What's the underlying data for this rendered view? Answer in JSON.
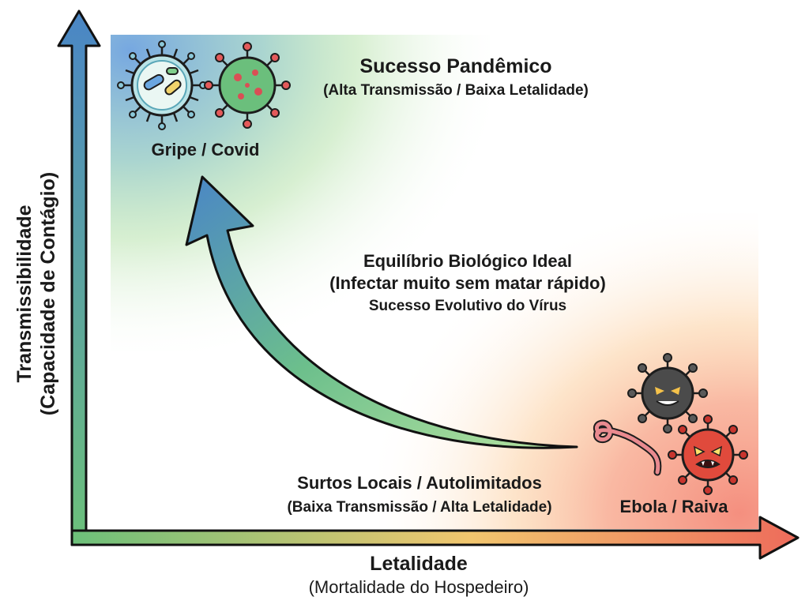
{
  "axes": {
    "y_title": "Transmissibilidade",
    "y_subtitle": "(Capacidade de Contágio)",
    "x_title": "Letalidade",
    "x_subtitle": "(Mortalidade do Hospedeiro)"
  },
  "top_zone": {
    "title": "Sucesso Pandêmico",
    "subtitle": "(Alta Transmissão / Baixa Letalidade)",
    "examples": "Gripe / Covid"
  },
  "middle": {
    "line1": "Equilíbrio Biológico Ideal",
    "line2": "(Infectar muito sem matar rápido)",
    "line3": "Sucesso Evolutivo do Vírus"
  },
  "bottom_zone": {
    "title": "Surtos Locais / Autolimitados",
    "subtitle": "(Baixa Transmissão / Alta Letalidade)",
    "examples": "Ebola / Raiva"
  },
  "colors": {
    "axis_blue": "#4a86c6",
    "axis_green": "#6cc07a",
    "axis_red": "#ee6b5b",
    "zone_blue": "#6fa3df",
    "zone_green": "#a7dc9a",
    "zone_red": "#f48978",
    "zone_orange": "#fbc48a"
  },
  "icons": [
    "flu-virus-icon",
    "covid-virus-icon",
    "dark-virus-icon",
    "ebola-filament-icon",
    "red-virus-icon"
  ]
}
